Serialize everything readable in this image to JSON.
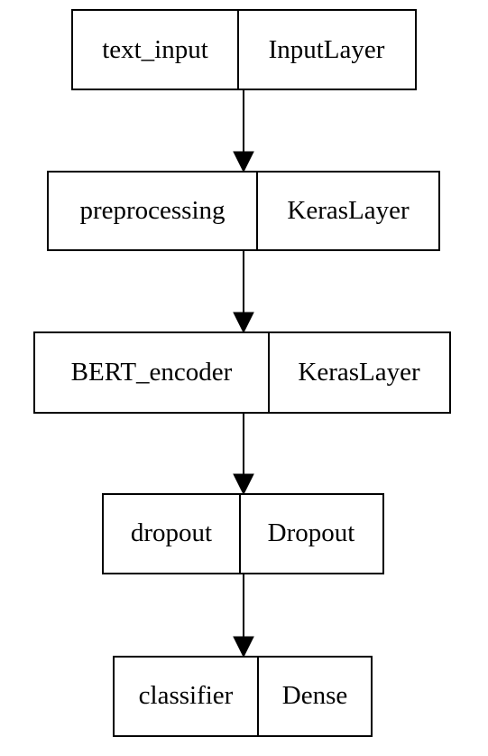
{
  "nodes": [
    {
      "name": "text_input",
      "type": "InputLayer"
    },
    {
      "name": "preprocessing",
      "type": "KerasLayer"
    },
    {
      "name": "BERT_encoder",
      "type": "KerasLayer"
    },
    {
      "name": "dropout",
      "type": "Dropout"
    },
    {
      "name": "classifier",
      "type": "Dense"
    }
  ],
  "edges": [
    {
      "from": "text_input",
      "to": "preprocessing"
    },
    {
      "from": "preprocessing",
      "to": "BERT_encoder"
    },
    {
      "from": "BERT_encoder",
      "to": "dropout"
    },
    {
      "from": "dropout",
      "to": "classifier"
    }
  ]
}
